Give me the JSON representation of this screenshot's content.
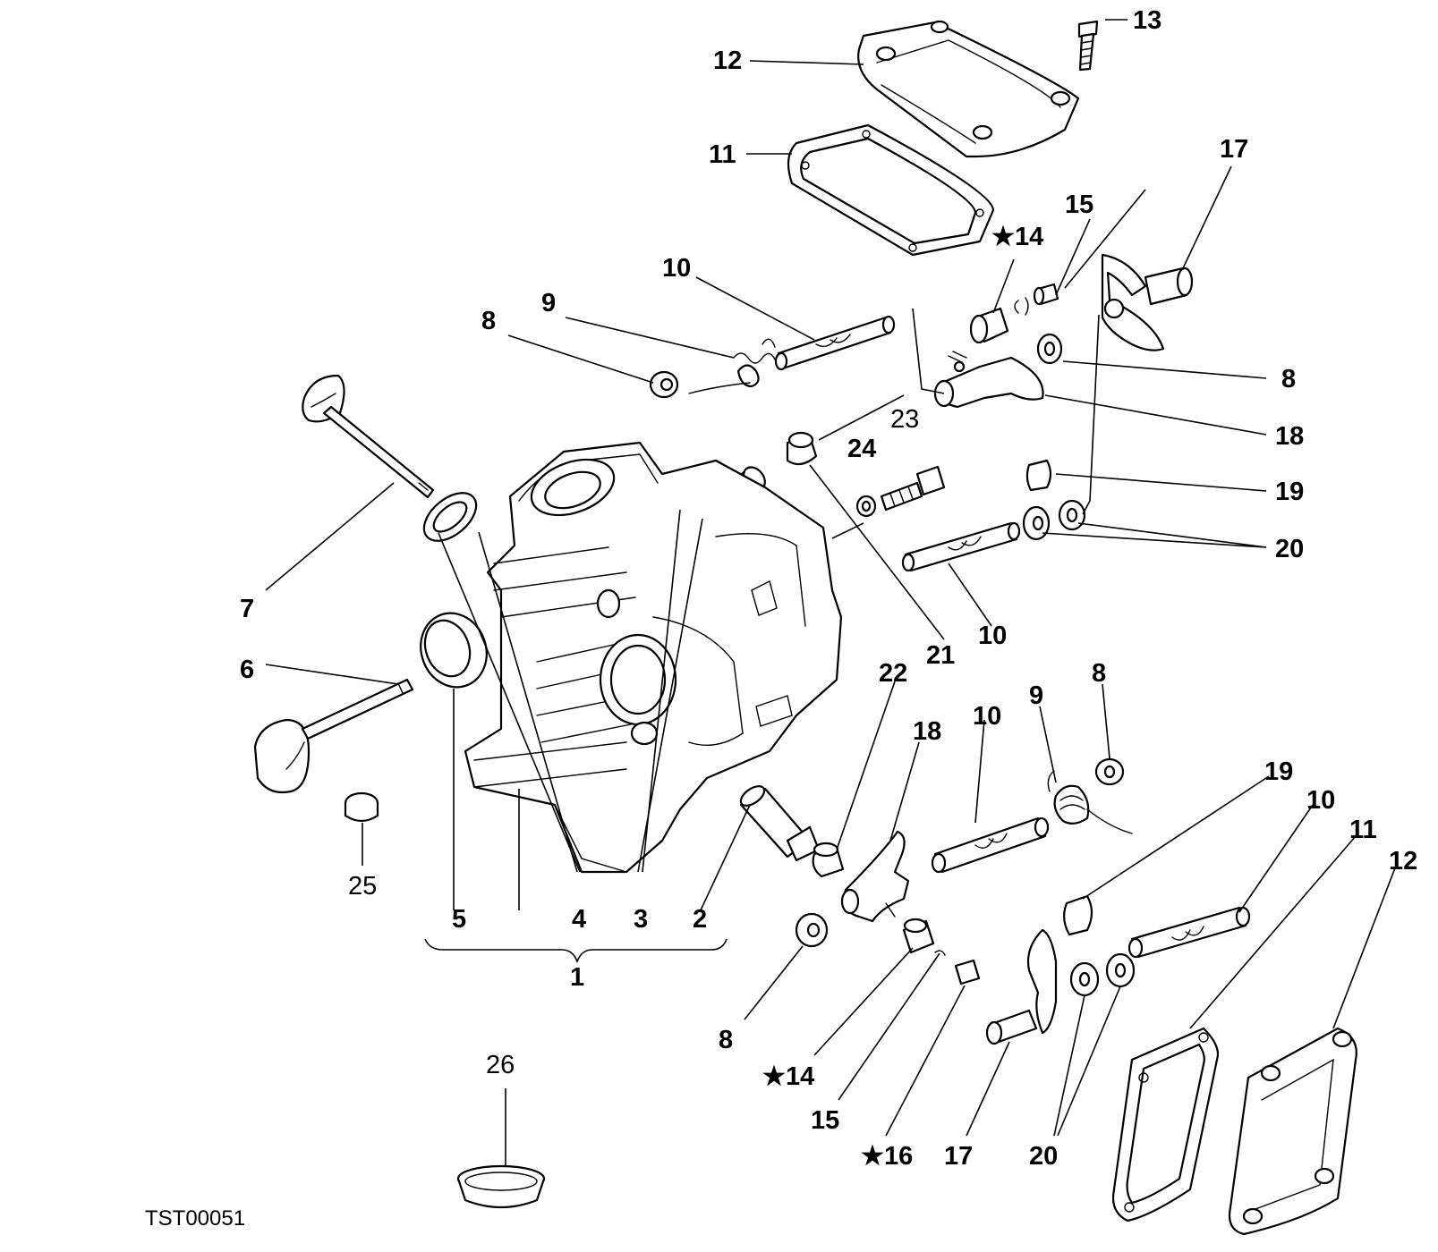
{
  "drawing_code": "TST00051",
  "callouts": [
    {
      "id": "c12-top",
      "text": "12"
    },
    {
      "id": "c13",
      "text": "13"
    },
    {
      "id": "c11-top",
      "text": "11"
    },
    {
      "id": "c17-top",
      "text": "17"
    },
    {
      "id": "c15-top",
      "text": "15"
    },
    {
      "id": "c14-top",
      "text": "★14"
    },
    {
      "id": "c10-top",
      "text": "10"
    },
    {
      "id": "c9-top",
      "text": "9"
    },
    {
      "id": "c8-top",
      "text": "8"
    },
    {
      "id": "c8-right",
      "text": "8"
    },
    {
      "id": "c18-right",
      "text": "18"
    },
    {
      "id": "c23",
      "text": "23"
    },
    {
      "id": "c24",
      "text": "24"
    },
    {
      "id": "c19-right",
      "text": "19"
    },
    {
      "id": "c20-right",
      "text": "20"
    },
    {
      "id": "c7",
      "text": "7"
    },
    {
      "id": "c10-mid",
      "text": "10"
    },
    {
      "id": "c21",
      "text": "21"
    },
    {
      "id": "c6",
      "text": "6"
    },
    {
      "id": "c22",
      "text": "22"
    },
    {
      "id": "c8-mid",
      "text": "8"
    },
    {
      "id": "c9-mid",
      "text": "9"
    },
    {
      "id": "c10-low",
      "text": "10"
    },
    {
      "id": "c18-low",
      "text": "18"
    },
    {
      "id": "c19-low",
      "text": "19"
    },
    {
      "id": "c10-low2",
      "text": "10"
    },
    {
      "id": "c11-low",
      "text": "11"
    },
    {
      "id": "c12-low",
      "text": "12"
    },
    {
      "id": "c25",
      "text": "25"
    },
    {
      "id": "c5",
      "text": "5"
    },
    {
      "id": "c4",
      "text": "4"
    },
    {
      "id": "c3",
      "text": "3"
    },
    {
      "id": "c2",
      "text": "2"
    },
    {
      "id": "c1",
      "text": "1"
    },
    {
      "id": "c8-bottom",
      "text": "8"
    },
    {
      "id": "c14-bottom",
      "text": "★14"
    },
    {
      "id": "c15-bottom",
      "text": "15"
    },
    {
      "id": "c16",
      "text": "★16"
    },
    {
      "id": "c17-bottom",
      "text": "17"
    },
    {
      "id": "c20-bottom",
      "text": "20"
    },
    {
      "id": "c26",
      "text": "26"
    }
  ]
}
